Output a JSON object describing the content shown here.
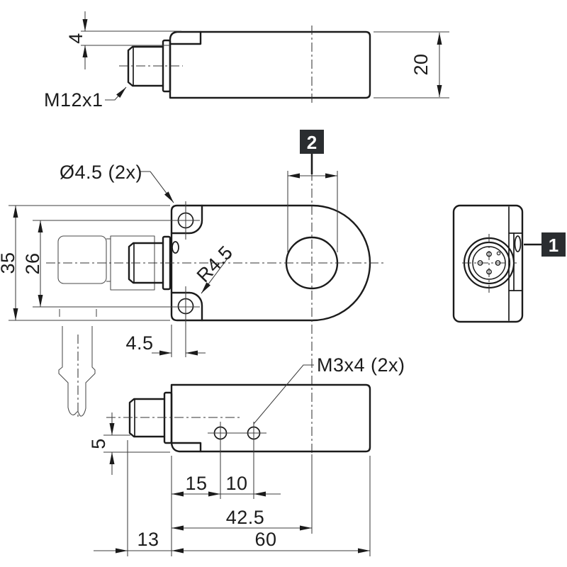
{
  "drawing": {
    "title": "ring-sensor-dimensional-drawing",
    "background": "#ffffff",
    "line_color": "#1b1b1b",
    "marker_bg": "#2a2d30",
    "marker_fg": "#ffffff",
    "labels": {
      "connector_thread": "M12x1",
      "mounting_holes": "Ø4.5 (2x)",
      "corner_radius": "R4.5",
      "fixing_thread": "M3x4 (2x)"
    },
    "dimensions": {
      "step_height": "4",
      "housing_thickness": "20",
      "housing_height": "35",
      "hole_spacing": "26",
      "hole_edge_offset": "4.5",
      "connector_offset": "5",
      "thread_hole1_offset": "15",
      "thread_hole_spacing": "10",
      "ring_center_offset": "42.5",
      "connector_length": "13",
      "housing_length": "60"
    },
    "markers": {
      "marker1": "1",
      "marker2": "2"
    }
  }
}
